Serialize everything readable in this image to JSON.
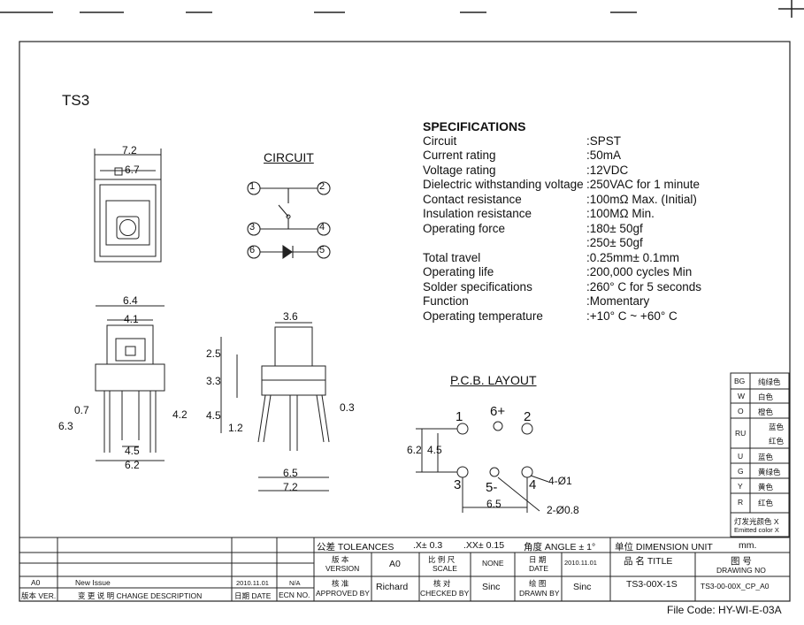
{
  "part_title": "TS3",
  "sections": {
    "circuit": "CIRCUIT",
    "pcb_layout": "P.C.B. LAYOUT"
  },
  "specifications": {
    "heading": "SPECIFICATIONS",
    "rows": [
      {
        "label": "Circuit",
        "value": ":SPST"
      },
      {
        "label": "Current rating",
        "value": ":50mA"
      },
      {
        "label": "Voltage rating",
        "value": ":12VDC"
      },
      {
        "label": "Dielectric withstanding voltage",
        "value": ":250VAC for 1 minute"
      },
      {
        "label": "Contact resistance",
        "value": ":100mΩ  Max. (Initial)"
      },
      {
        "label": "Insulation resistance",
        "value": ":100MΩ  Min."
      },
      {
        "label": "Operating force",
        "value": ":180± 50gf"
      },
      {
        "label": "",
        "value": ":250± 50gf"
      },
      {
        "label": "Total travel",
        "value": ":0.25mm± 0.1mm"
      },
      {
        "label": "Operating life",
        "value": ":200,000 cycles Min"
      },
      {
        "label": "Solder specifications",
        "value": ":260° C for 5 seconds"
      },
      {
        "label": "Function",
        "value": ":Momentary"
      },
      {
        "label": "Operating temperature",
        "value": ":+10° C ~ +60° C"
      }
    ]
  },
  "dimensions": {
    "top_width": "7.2",
    "top_inner": "6.7",
    "front_width": "6.4",
    "front_cap": "4.1",
    "front_gap": "0.7",
    "front_height": "6.3",
    "front_lead": "4.2",
    "front_pitch": "4.5",
    "front_base": "6.2",
    "side_cap": "3.6",
    "side_h1": "2.5",
    "side_h2": "3.3",
    "side_h3": "4.5",
    "side_h4": "1.2",
    "side_lead": "0.3",
    "side_pitch": "6.5",
    "side_width": "7.2",
    "pcb_v1": "6.2",
    "pcb_v2": "4.5",
    "pcb_h": "6.5",
    "pcb_hole1": "4-Ø1",
    "pcb_hole2": "2-Ø0.8"
  },
  "circuit_pins": [
    "1",
    "2",
    "3",
    "4",
    "6",
    "5"
  ],
  "pcb_pins": [
    "1",
    "6+",
    "2",
    "3",
    "5-",
    "4"
  ],
  "color_legend": {
    "rows": [
      {
        "code": "BG",
        "name": "纯绿色"
      },
      {
        "code": "W",
        "name": "白色"
      },
      {
        "code": "O",
        "name": "橙色"
      },
      {
        "code": "RU",
        "name": "蓝色",
        "name2": "红色"
      },
      {
        "code": "U",
        "name": "蓝色"
      },
      {
        "code": "G",
        "name": "黄绿色"
      },
      {
        "code": "Y",
        "name": "黄色"
      },
      {
        "code": "R",
        "name": "红色"
      }
    ],
    "caption1": "灯发光颜色 X",
    "caption2": "Emitted color X"
  },
  "title_block": {
    "tolerance_label": "公差 TOLEANCES",
    "tol_x": ".X± 0.3",
    "tol_xx": ".XX± 0.15",
    "angle": "角度 ANGLE ± 1°",
    "unit_label": "单位  DIMENSION UNIT",
    "unit_value": "mm.",
    "version_cn": "版 本",
    "version_en": "VERSION",
    "version_val": "A0",
    "scale_cn": "比 例 尺",
    "scale_en": "SCALE",
    "scale_val": "NONE",
    "date_cn": "日 期",
    "date_en": "DATE",
    "date_val": "2010.11.01",
    "title_cn": "品 名  TITLE",
    "title_val": "TS3-00X-1S",
    "drawing_cn": "图 号",
    "drawing_en": "DRAWING NO",
    "drawing_val": "TS3-00-00X_CP_A0",
    "approved_cn": "核 准",
    "approved_en": "APPROVED BY",
    "approved_val": "Richard",
    "checked_cn": "核 对",
    "checked_en": "CHECKED BY",
    "checked_val": "Sinc",
    "drawn_cn": "绘 图",
    "drawn_en": "DRAWN BY",
    "drawn_val": "Sinc",
    "rev_ver": "A0",
    "rev_desc": "New Issue",
    "rev_date": "2010.11.01",
    "rev_ecn": "N/A",
    "hdr_ver": "版本 VER.",
    "hdr_desc": "变 更 说 明  CHANGE DESCRIPTION",
    "hdr_date": "日期 DATE",
    "hdr_ecn": "ECN NO."
  },
  "file_code": "File Code: HY-WI-E-03A"
}
